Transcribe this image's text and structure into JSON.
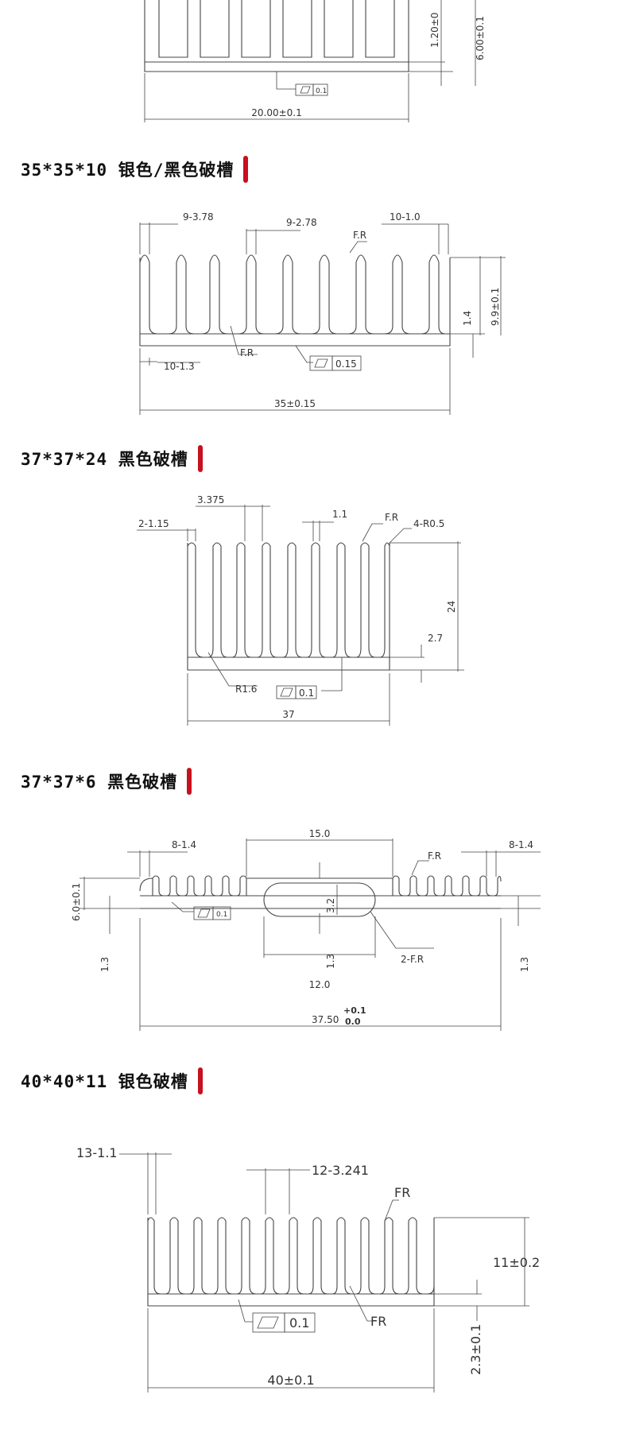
{
  "colors": {
    "accent": "#c8101e",
    "line": "#444444"
  },
  "s0": {
    "dims": {
      "height_a": "1.20±0",
      "height_b": "6.00±0.1",
      "flat": "0.1",
      "width": "20.00±0.1"
    }
  },
  "s1": {
    "title": "35*35*10 银色/黑色破槽",
    "dims": {
      "a": "9-3.78",
      "b": "9-2.78",
      "c": "10-1.0",
      "fr_top": "F.R",
      "height": "9.9±0.1",
      "base": "1.4",
      "fr_bottom": "F.R",
      "flat": "0.15",
      "fin": "10-1.3",
      "width": "35±0.15"
    }
  },
  "s2": {
    "title": "37*37*24 黑色破槽",
    "dims": {
      "pitch": "3.375",
      "fin": "1.1",
      "edge": "2-1.15",
      "fr": "F.R",
      "r": "4-R0.5",
      "height": "24",
      "base": "2.7",
      "r_bottom": "R1.6",
      "flat": "0.1",
      "width": "37"
    }
  },
  "s3": {
    "title": "37*37*6 黑色破槽",
    "dims": {
      "left": "8-1.4",
      "mid": "15.0",
      "fr": "F.R",
      "right": "8-1.4",
      "height": "6.0±0.1",
      "slot": "3.2",
      "flat": "0.1",
      "base_left": "1.3",
      "base_mid": "1.3",
      "slot_r": "2-F.R",
      "base_right": "1.3",
      "slot_w": "12.0",
      "tol_up": "+0.1",
      "width": "37.50",
      "tol_low": "0.0"
    }
  },
  "s4": {
    "title": "40*40*11 银色破槽",
    "dims": {
      "edge": "13-1.1",
      "pitch": "12-3.241",
      "fr_top": "FR",
      "height": "11±0.2",
      "flat": "0.1",
      "fr_bottom": "FR",
      "base": "2.3±0.1",
      "width": "40±0.1"
    }
  }
}
